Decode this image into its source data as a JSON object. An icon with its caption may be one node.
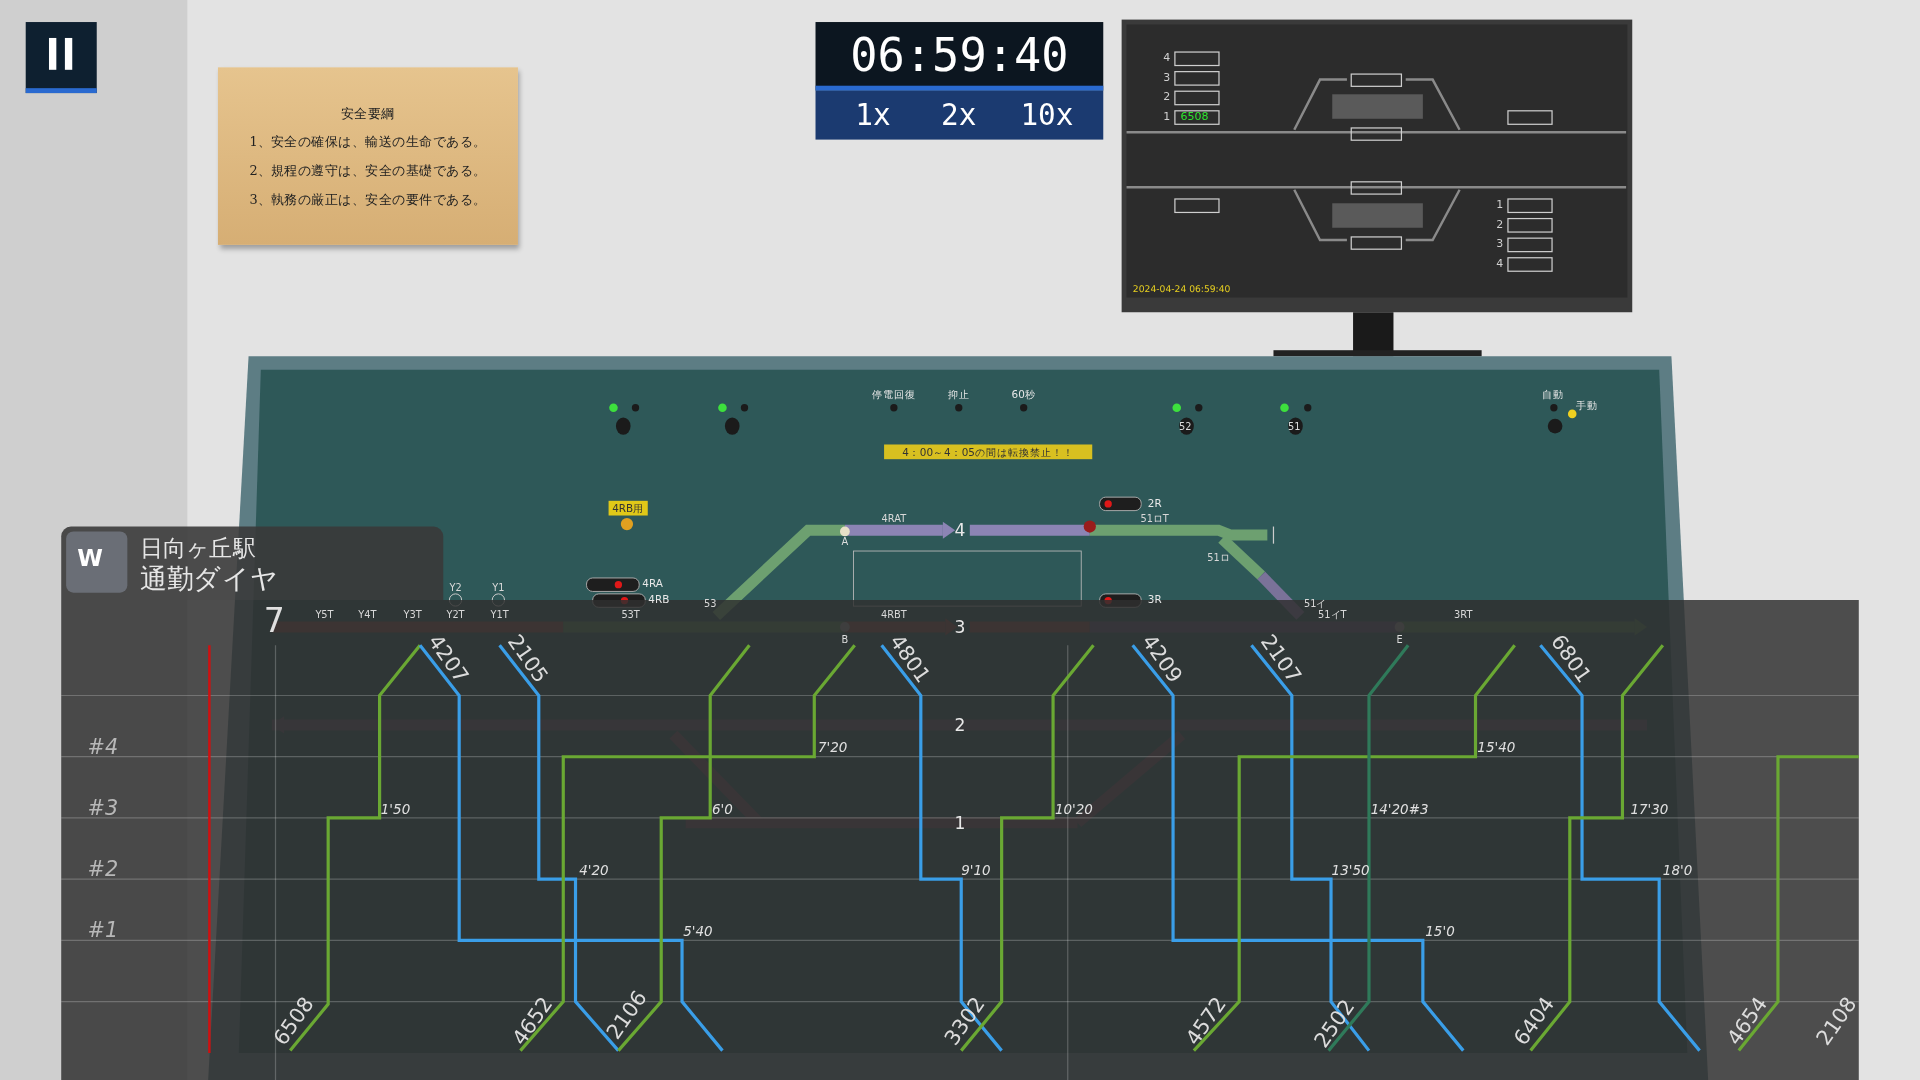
{
  "diagram": {
    "nodes": [
      {
        "text": [
          "安全要綱",
          "1、安全の確保は、輸送の生命である。",
          "2、規程の遵守は、安全の基礎である。",
          "3、執務の厳正は、安全の要件である。"
        ]
      },
      {
        "text": [
          "06:59:40"
        ]
      },
      {
        "text": [
          "1x"
        ]
      },
      {
        "text": [
          "2x"
        ]
      },
      {
        "text": [
          "10x"
        ]
      },
      {
        "text": [],
        "shape": "box",
        "beside": [
          "4"
        ]
      },
      {
        "text": [],
        "shape": "box",
        "beside": [
          "3"
        ]
      },
      {
        "text": [],
        "shape": "box",
        "beside": [
          "2"
        ]
      },
      {
        "text": [
          "6508"
        ],
        "beside": [
          "1"
        ]
      },
      {
        "text": [],
        "shape": "box"
      },
      {
        "text": [],
        "shape": "box"
      },
      {
        "text": [],
        "shape": "box"
      },
      {
        "text": [],
        "shape": "box"
      },
      {
        "text": [],
        "shape": "box"
      },
      {
        "text": [],
        "shape": "box"
      },
      {
        "text": [],
        "shape": "box",
        "beside": [
          "1"
        ]
      },
      {
        "text": [],
        "shape": "box",
        "beside": [
          "2"
        ]
      },
      {
        "text": [],
        "shape": "box",
        "beside": [
          "3"
        ]
      },
      {
        "text": [],
        "shape": "box",
        "beside": [
          "4"
        ]
      },
      {
        "text": [
          "4：00～4：05の間は転換禁止！！"
        ]
      },
      {
        "text": [
          "4RB用"
        ]
      },
      {
        "text": [
          "日向ヶ丘駅",
          "通勤ダイヤ"
        ]
      },
      {
        "text": [
          "W"
        ],
        "in": 21
      }
    ],
    "labels": [
      "2024-04-24 06:59:40",
      "停電回復",
      "抑止",
      "60秒",
      "自動",
      "手動",
      "52",
      "51",
      "2R",
      "4RAT",
      "4",
      "51ロT",
      "A",
      "51ロ",
      "4RA",
      "Y2",
      "Y1",
      "4RB",
      "3R",
      "53",
      "51イ",
      "Y5T",
      "Y4T",
      "Y3T",
      "Y2T",
      "Y1T",
      "53T",
      "4RBT",
      "51イT",
      "3RT",
      "7",
      "3",
      "B",
      "E",
      "4207",
      "2105",
      "4801",
      "4209",
      "2107",
      "6801",
      "2",
      "#4",
      "7'20",
      "15'40",
      "#3",
      "1'50",
      "6'0",
      "10'20",
      "14'20#3",
      "17'30",
      "1",
      "#2",
      "4'20",
      "9'10",
      "13'50",
      "18'0",
      "#1",
      "5'40",
      "15'0",
      "6508",
      "4652",
      "2106",
      "3302",
      "4572",
      "2502",
      "6404",
      "4654",
      "2108"
    ]
  }
}
